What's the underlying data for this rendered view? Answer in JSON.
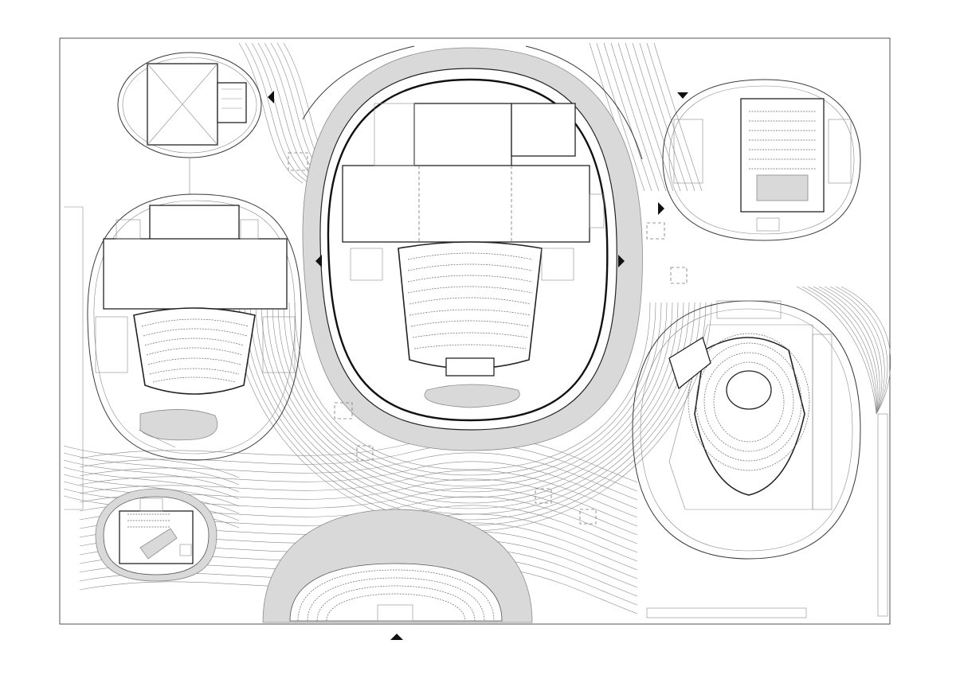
{
  "drawing": {
    "frame": {
      "stroke": "#555555"
    },
    "colors": {
      "line": "#3a3a3a",
      "paving": "#d9d9d9",
      "background": "#ffffff"
    }
  },
  "entrance_markers": [
    "entrance-arrow",
    "entrance-arrow",
    "entrance-arrow",
    "entrance-arrow",
    "entrance-arrow",
    "entrance-arrow",
    "entrance-arrow"
  ]
}
